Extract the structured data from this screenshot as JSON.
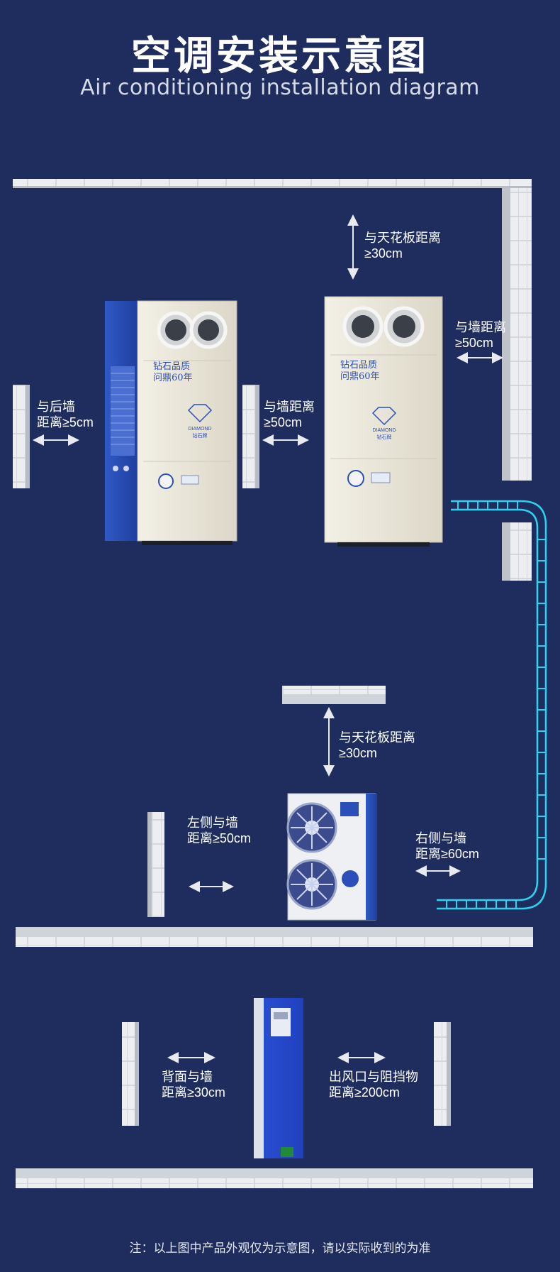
{
  "title_cn": "空调安装示意图",
  "title_en": "Air conditioning installation diagram",
  "labels": {
    "ceiling_top_1": "与天花板距离",
    "ceiling_top_2": "≥30cm",
    "rightwall_1": "与墙距离",
    "rightwall_2": "≥50cm",
    "backwall_1": "与后墙",
    "backwall_2": "距离≥5cm",
    "midwall_1": "与墙距离",
    "midwall_2": "≥50cm",
    "outdoor_ceiling_1": "与天花板距离",
    "outdoor_ceiling_2": "≥30cm",
    "outdoor_left_1": "左侧与墙",
    "outdoor_left_2": "距离≥50cm",
    "outdoor_right_1": "右侧与墙",
    "outdoor_right_2": "距离≥60cm",
    "bottom_back_1": "背面与墙",
    "bottom_back_2": "距离≥30cm",
    "bottom_outlet_1": "出风口与阻挡物",
    "bottom_outlet_2": "距离≥200cm"
  },
  "unit_branding": {
    "slogan_1": "钻石品质",
    "slogan_2": "问鼎60年",
    "brand_en": "DIAMOND",
    "brand_cn": "钻石牌"
  },
  "note": "注：以上图中产品外观仅为示意图，请以实际收到的为准",
  "colors": {
    "background": "#1e2c5e",
    "wall": "#cfd3da",
    "unit_body": "#ede9dc",
    "unit_blue": "#2a4fb8",
    "pipe_cyan": "#2ad4ee"
  }
}
